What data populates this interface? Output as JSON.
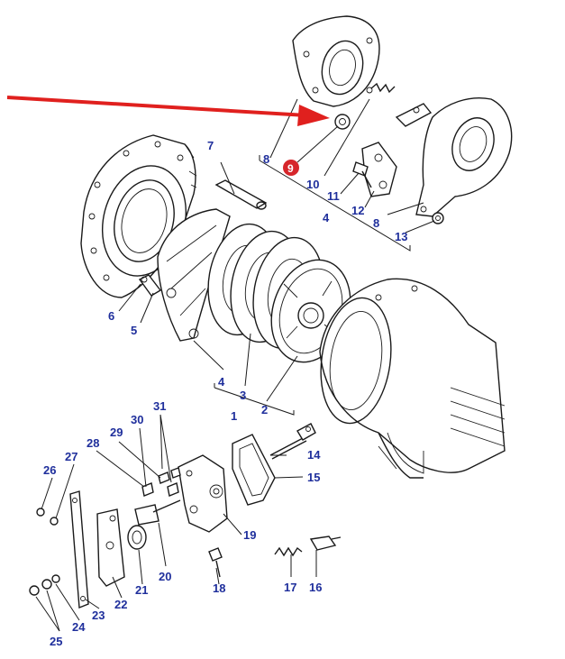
{
  "labels": {
    "l1": "1",
    "l2": "2",
    "l3": "3",
    "l4a": "4",
    "l4b": "4",
    "l5": "5",
    "l6": "6",
    "l7": "7",
    "l8a": "8",
    "l8b": "8",
    "l9": "9",
    "l10": "10",
    "l11": "11",
    "l12": "12",
    "l13": "13",
    "l14": "14",
    "l15": "15",
    "l16": "16",
    "l17": "17",
    "l18": "18",
    "l19": "19",
    "l20": "20",
    "l21": "21",
    "l22": "22",
    "l23": "23",
    "l24": "24",
    "l25": "25",
    "l26": "26",
    "l27": "27",
    "l28": "28",
    "l29": "29",
    "l30": "30",
    "l31": "31"
  },
  "colors": {
    "label_blue": "#1f2f9c",
    "highlight_red": "#d6262b",
    "arrow_red": "#e0201e",
    "line": "#1a1a1a"
  }
}
